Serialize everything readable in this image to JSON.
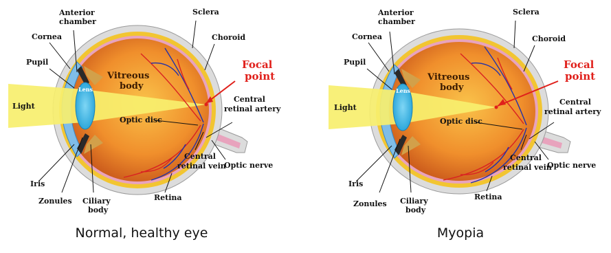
{
  "panels": [
    {
      "caption": "Normal, healthy eye",
      "labels": {
        "anterior_chamber_1": "Anterior",
        "anterior_chamber_2": "chamber",
        "sclera": "Sclera",
        "cornea": "Cornea",
        "choroid": "Choroid",
        "pupil": "Pupil",
        "focal_1": "Focal",
        "focal_2": "point",
        "vitreous_1": "Vitreous",
        "vitreous_2": "body",
        "lens": "Lens",
        "light": "Light",
        "central_artery_1": "Central",
        "central_artery_2": "retinal artery",
        "optic_disc": "Optic disc",
        "iris": "Iris",
        "optic_nerve": "Optic nerve",
        "central_vein_1": "Central",
        "central_vein_2": "retinal vein",
        "zonules": "Zonules",
        "ciliary_1": "Ciliary",
        "ciliary_2": "body",
        "retina": "Retina"
      }
    },
    {
      "caption": "Myopia",
      "labels": {
        "anterior_chamber_1": "Anterior",
        "anterior_chamber_2": "chamber",
        "sclera": "Sclera",
        "cornea": "Cornea",
        "choroid": "Choroid",
        "pupil": "Pupil",
        "focal_1": "Focal",
        "focal_2": "point",
        "vitreous_1": "Vitreous",
        "vitreous_2": "body",
        "lens": "Lens",
        "light": "Light",
        "central_artery_1": "Central",
        "central_artery_2": "retinal artery",
        "optic_disc": "Optic disc",
        "iris": "Iris",
        "optic_nerve": "Optic nerve",
        "central_vein_1": "Central",
        "central_vein_2": "retinal vein",
        "zonules": "Zonules",
        "ciliary_1": "Ciliary",
        "ciliary_2": "body",
        "retina": "Retina"
      }
    }
  ],
  "colors": {
    "sclera": "#dcdcdc",
    "choroid": "#f2c531",
    "vitreous_center": "#f6b43a",
    "vitreous_edge": "#d4641c",
    "retina_pink": "#e8a3bd",
    "cornea": "#7fbde8",
    "lens": "#37b7e6",
    "light": "#f7ef6e",
    "vessel_red": "#d92222",
    "vessel_blue": "#2331a8",
    "focal_text": "#e0201b"
  }
}
